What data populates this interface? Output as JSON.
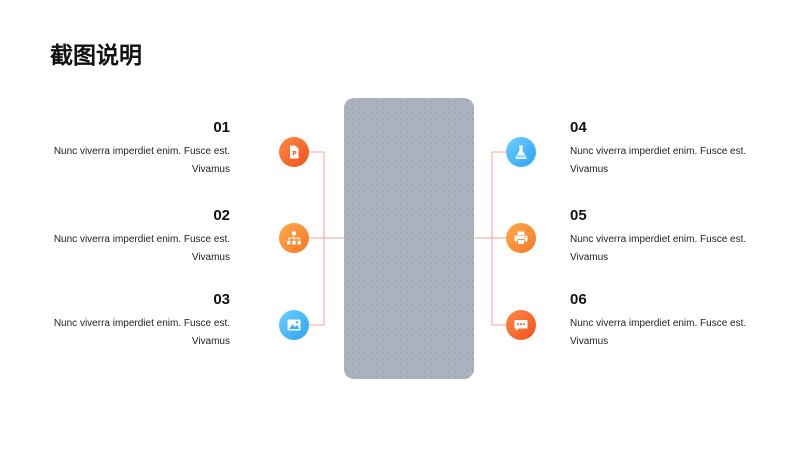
{
  "title": "截图说明",
  "items": [
    {
      "num": "01",
      "text": "Nunc viverra  imperdiet enim. Fusce est. Vivamus",
      "icon": "document-icon",
      "color": "#f25a22"
    },
    {
      "num": "02",
      "text": "Nunc viverra  imperdiet enim. Fusce est. Vivamus",
      "icon": "org-chart-icon",
      "color": "#f57d2a"
    },
    {
      "num": "03",
      "text": "Nunc viverra  imperdiet enim. Fusce est. Vivamus",
      "icon": "image-icon",
      "color": "#38aef5"
    },
    {
      "num": "04",
      "text": "Nunc viverra  imperdiet enim. Fusce est. Vivamus",
      "icon": "flask-icon",
      "color": "#38aef5"
    },
    {
      "num": "05",
      "text": "Nunc viverra  imperdiet enim. Fusce est. Vivamus",
      "icon": "printer-icon",
      "color": "#f57d2a"
    },
    {
      "num": "06",
      "text": "Nunc viverra  imperdiet enim. Fusce est. Vivamus",
      "icon": "chat-icon",
      "color": "#f25a22"
    }
  ],
  "connector_color": "#f2a591"
}
